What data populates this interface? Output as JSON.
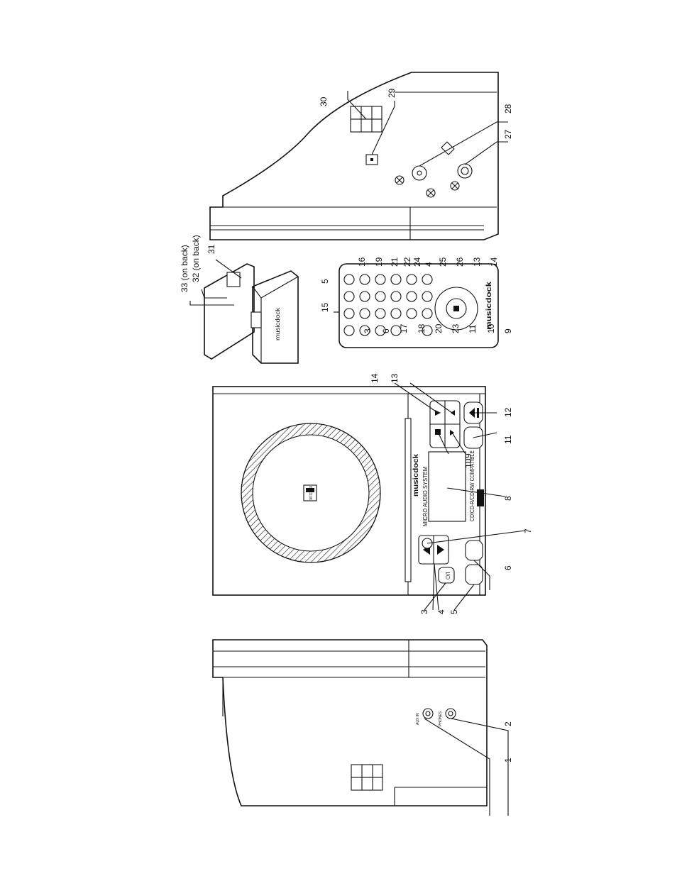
{
  "callouts": [
    "1",
    "2",
    "3",
    "4",
    "5",
    "6",
    "7",
    "8",
    "9",
    "10",
    "11",
    "12",
    "13",
    "14",
    "15",
    "16",
    "17",
    "18",
    "19",
    "20",
    "21",
    "22",
    "23",
    "24",
    "25",
    "26",
    "27",
    "28",
    "29",
    "30",
    "31",
    "32 (on back)",
    "33 (on back)"
  ],
  "main_unit": {
    "brand": "musicdock",
    "subtitle": "MICRO AUDIO SYSTEM",
    "compat_text": "CD/CD-R/CD-RW COMPATIBLE",
    "disc_logo": "COMPACT DISC DIGITAL AUDIO"
  },
  "remote": {
    "brand": "musicdock"
  },
  "dock": {
    "brand": "musicdock"
  },
  "colors": {
    "line": "#111111",
    "background": "#ffffff",
    "hatch": "#222222"
  }
}
